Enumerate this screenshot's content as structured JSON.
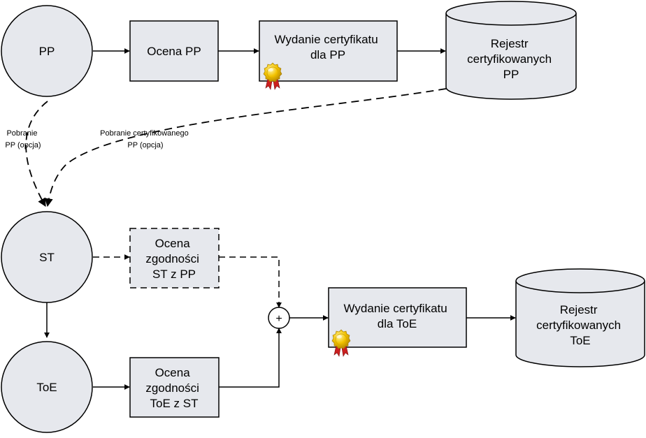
{
  "diagram": {
    "colors": {
      "fill": "#e6e8ed",
      "stroke": "#000000",
      "seal_gold": "#f2c200",
      "seal_ribbon": "#cc1f1f"
    },
    "nodes": {
      "pp": {
        "label": "PP",
        "shape": "circle"
      },
      "st": {
        "label": "ST",
        "shape": "circle"
      },
      "toe": {
        "label": "ToE",
        "shape": "circle"
      },
      "ocena_pp": {
        "label": "Ocena PP",
        "shape": "box"
      },
      "wydanie_pp": {
        "lines": [
          "Wydanie certyfikatu",
          "dla PP"
        ],
        "shape": "box",
        "icon": "certificate-seal-icon"
      },
      "rejestr_pp": {
        "lines": [
          "Rejestr",
          "certyfikowanych",
          "PP"
        ],
        "shape": "cylinder"
      },
      "ocena_st": {
        "lines": [
          "Ocena",
          "zgodności",
          "ST z PP"
        ],
        "shape": "box",
        "border": "dashed"
      },
      "ocena_toe": {
        "lines": [
          "Ocena",
          "zgodności",
          "ToE z ST"
        ],
        "shape": "box"
      },
      "junction": {
        "label": "+",
        "shape": "circle"
      },
      "wydanie_toe": {
        "lines": [
          "Wydanie certyfikatu",
          "dla ToE"
        ],
        "shape": "box",
        "icon": "certificate-seal-icon"
      },
      "rejestr_toe": {
        "lines": [
          "Rejestr",
          "certyfikowanych",
          "ToE"
        ],
        "shape": "cylinder"
      }
    },
    "edges": {
      "pp_to_st": {
        "lines": [
          "Pobranie",
          "PP (opcja)"
        ],
        "style": "dashed"
      },
      "rejestr_pp_to_st": {
        "lines": [
          "Pobranie certyfikowanego",
          "PP (opcja)"
        ],
        "style": "dashed"
      }
    }
  }
}
